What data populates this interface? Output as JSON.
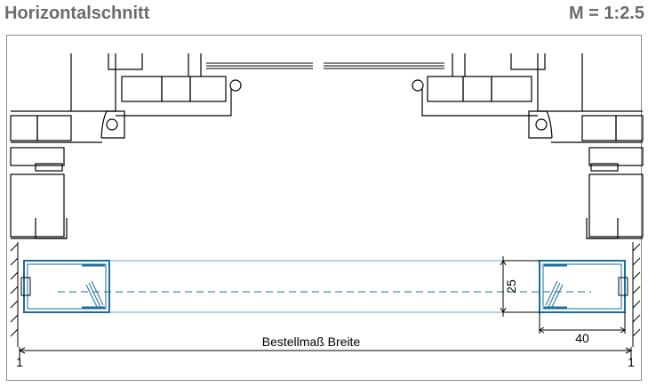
{
  "header": {
    "title": "Horizontalschnitt",
    "scale": "M = 1:2.5"
  },
  "dimensions": {
    "depth": "25",
    "width_profile": "40",
    "order_width": "Bestellmaß Breite",
    "marker_left": "1",
    "marker_right": "1"
  },
  "colors": {
    "profile": "#1a6e9e",
    "glass": "#5aa9d2",
    "lines": "#000000",
    "frame": "#8a8a8a"
  }
}
